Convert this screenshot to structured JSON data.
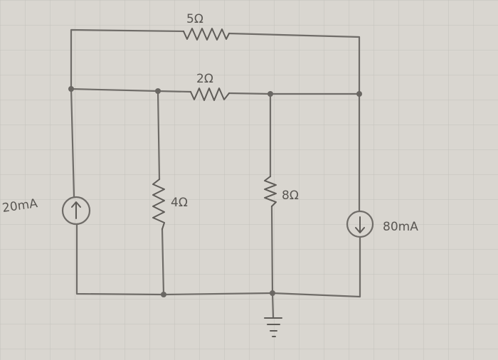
{
  "diagram": {
    "type": "circuit-schematic",
    "resistors": [
      {
        "id": "r5",
        "label": "5Ω"
      },
      {
        "id": "r2",
        "label": "2Ω"
      },
      {
        "id": "r4",
        "label": "4Ω"
      },
      {
        "id": "r8",
        "label": "8Ω"
      }
    ],
    "sources": [
      {
        "id": "src20",
        "label": "20mA",
        "direction": "up",
        "icon": "arrow-up"
      },
      {
        "id": "src80",
        "label": "80mA",
        "direction": "down",
        "icon": "arrow-down"
      }
    ],
    "ground": {
      "icon": "ground-symbol"
    },
    "colors": {
      "paper": "#d9d6d0",
      "grid": "#c4c1bb",
      "pencil": "#6f6c68"
    }
  }
}
